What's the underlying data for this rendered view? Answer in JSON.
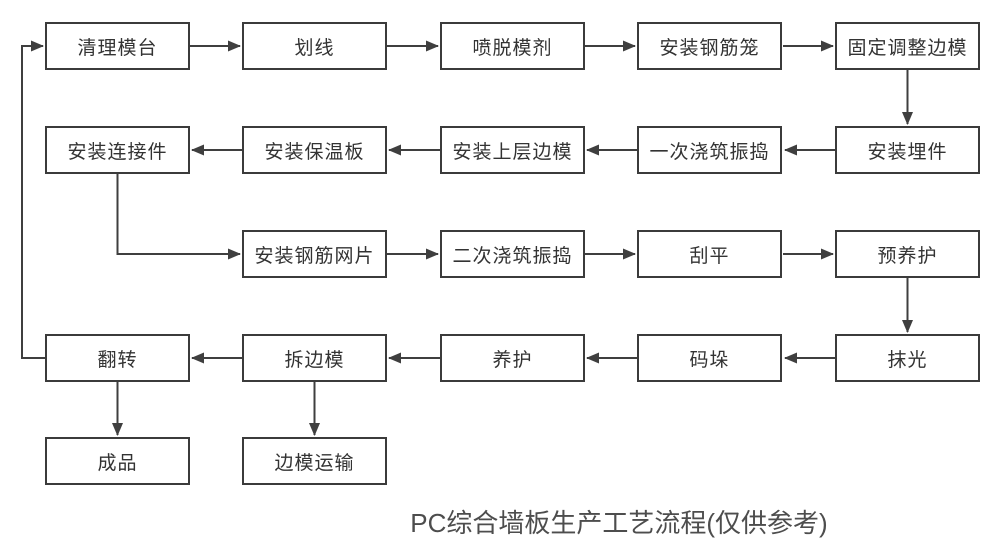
{
  "title": "PC综合墙板生产工艺流程(仅供参考)",
  "colors": {
    "background": "#ffffff",
    "box_border": "#3b3b3b",
    "box_fill": "#ffffff",
    "box_text": "#333333",
    "arrow": "#3f3f3f",
    "title_text": "#4d4d4d"
  },
  "nodes": [
    {
      "id": "clean-mold-platform",
      "label": "清理模台"
    },
    {
      "id": "marking",
      "label": "划线"
    },
    {
      "id": "spray-release-agent",
      "label": "喷脱模剂"
    },
    {
      "id": "install-rebar-cage",
      "label": "安装钢筋笼"
    },
    {
      "id": "fix-adjust-side-mold",
      "label": "固定调整边模"
    },
    {
      "id": "install-embedded-parts",
      "label": "安装埋件"
    },
    {
      "id": "first-pour-vibrate",
      "label": "一次浇筑振捣"
    },
    {
      "id": "install-upper-side-mold",
      "label": "安装上层边模"
    },
    {
      "id": "install-insulation-board",
      "label": "安装保温板"
    },
    {
      "id": "install-connectors",
      "label": "安装连接件"
    },
    {
      "id": "install-rebar-mesh",
      "label": "安装钢筋网片"
    },
    {
      "id": "second-pour-vibrate",
      "label": "二次浇筑振捣"
    },
    {
      "id": "screed-flat",
      "label": "刮平"
    },
    {
      "id": "pre-curing",
      "label": "预养护"
    },
    {
      "id": "trowel-polish",
      "label": "抹光"
    },
    {
      "id": "stacking",
      "label": "码垛"
    },
    {
      "id": "curing",
      "label": "养护"
    },
    {
      "id": "remove-side-mold",
      "label": "拆边模"
    },
    {
      "id": "flip",
      "label": "翻转"
    },
    {
      "id": "finished-product",
      "label": "成品"
    },
    {
      "id": "side-mold-transport",
      "label": "边模运输"
    }
  ],
  "edges": [
    {
      "from": "清理模台",
      "to": "划线"
    },
    {
      "from": "划线",
      "to": "喷脱模剂"
    },
    {
      "from": "喷脱模剂",
      "to": "安装钢筋笼"
    },
    {
      "from": "安装钢筋笼",
      "to": "固定调整边模"
    },
    {
      "from": "固定调整边模",
      "to": "安装埋件"
    },
    {
      "from": "安装埋件",
      "to": "一次浇筑振捣"
    },
    {
      "from": "一次浇筑振捣",
      "to": "安装上层边模"
    },
    {
      "from": "安装上层边模",
      "to": "安装保温板"
    },
    {
      "from": "安装保温板",
      "to": "安装连接件"
    },
    {
      "from": "安装连接件",
      "to": "安装钢筋网片"
    },
    {
      "from": "安装钢筋网片",
      "to": "二次浇筑振捣"
    },
    {
      "from": "二次浇筑振捣",
      "to": "刮平"
    },
    {
      "from": "刮平",
      "to": "预养护"
    },
    {
      "from": "预养护",
      "to": "抹光"
    },
    {
      "from": "抹光",
      "to": "码垛"
    },
    {
      "from": "码垛",
      "to": "养护"
    },
    {
      "from": "养护",
      "to": "拆边模"
    },
    {
      "from": "拆边模",
      "to": "翻转"
    },
    {
      "from": "翻转",
      "to": "成品"
    },
    {
      "from": "拆边模",
      "to": "边模运输"
    },
    {
      "from": "翻转",
      "to": "清理模台"
    }
  ]
}
